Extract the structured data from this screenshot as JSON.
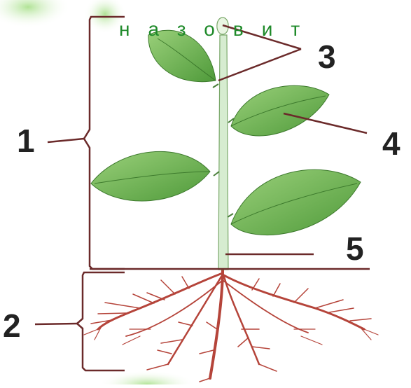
{
  "heading": "назовит",
  "labels": [
    "1",
    "2",
    "3",
    "4",
    "5"
  ],
  "colors": {
    "leaf": "#7cbf5a",
    "leaf_dark": "#4a8f35",
    "stem": "#d6ecd0",
    "root": "#b5443a",
    "pointer": "#6b2a2a",
    "heading": "#1f8a2a"
  }
}
